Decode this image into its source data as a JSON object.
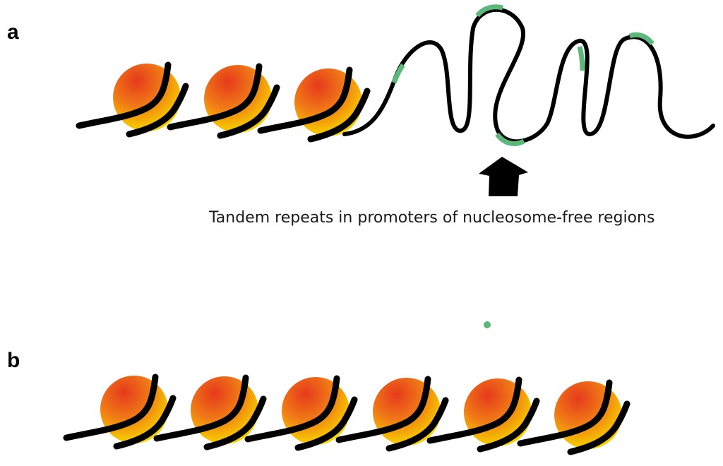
{
  "panels": {
    "a": {
      "label": "a",
      "caption": "Tandem repeats in promoters of nucleosome-free regions",
      "nucleosome_count": 3
    },
    "b": {
      "label": "b",
      "nucleosome_count": 6
    }
  },
  "colors": {
    "dna": "#000000",
    "tandem_repeat": "#5cb87a",
    "histone_outer": "#f5c800",
    "histone_inner": "#e8431c",
    "arrow": "#000000"
  },
  "icons": {
    "nucleosome": "nucleosome-icon",
    "arrow": "up-arrow-icon"
  }
}
